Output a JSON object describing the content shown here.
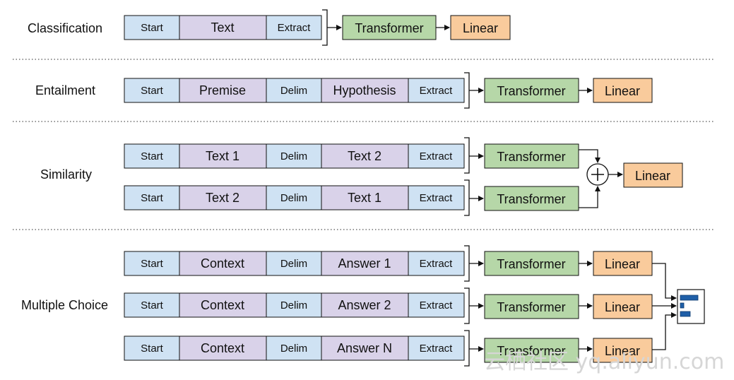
{
  "labels": {
    "start": "Start",
    "delim": "Delim",
    "extract": "Extract",
    "transformer": "Transformer",
    "linear": "Linear"
  },
  "rows": [
    {
      "task": "Classification",
      "middle": [
        "Text"
      ]
    },
    {
      "task": "Entailment",
      "middle": [
        "Premise",
        "Hypothesis"
      ]
    },
    {
      "task": "Similarity",
      "sequences": [
        [
          "Text 1",
          "Text 2"
        ],
        [
          "Text 2",
          "Text 1"
        ]
      ]
    },
    {
      "task": "Multiple Choice",
      "sequences": [
        [
          "Context",
          "Answer 1"
        ],
        [
          "Context",
          "Answer 2"
        ],
        [
          "Context",
          "Answer N"
        ]
      ]
    }
  ],
  "watermark": "云栖社区 yq.aliyun.com",
  "colors": {
    "blue_fill": "#cfe2f3",
    "purple_fill": "#d9d2e9",
    "green_fill": "#b6d7a8",
    "orange_fill": "#f9cb9c",
    "stroke": "#111111"
  }
}
